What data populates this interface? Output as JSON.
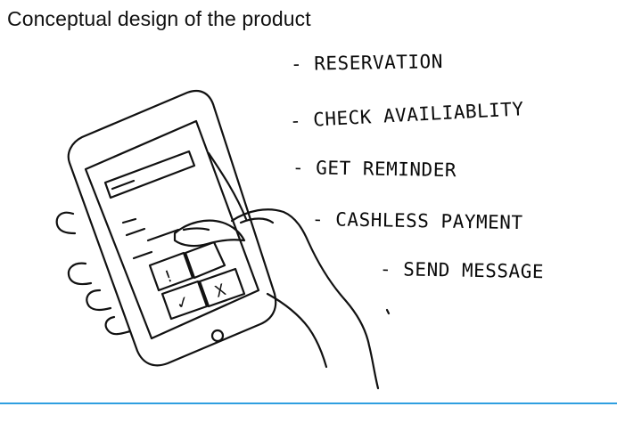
{
  "slide": {
    "title": "Conceptual design of the product",
    "features": [
      "- RESERVATION",
      "- CHECK AVAILIABLITY",
      "- GET REMINDER",
      "- CASHLESS PAYMENT",
      "- SEND MESSAGE"
    ]
  },
  "sketch": {
    "warning_mark": "!",
    "check_mark": "✓",
    "cross_mark": "X"
  },
  "colors": {
    "ink": "#111111",
    "accent_rule": "#2f9fe0"
  }
}
